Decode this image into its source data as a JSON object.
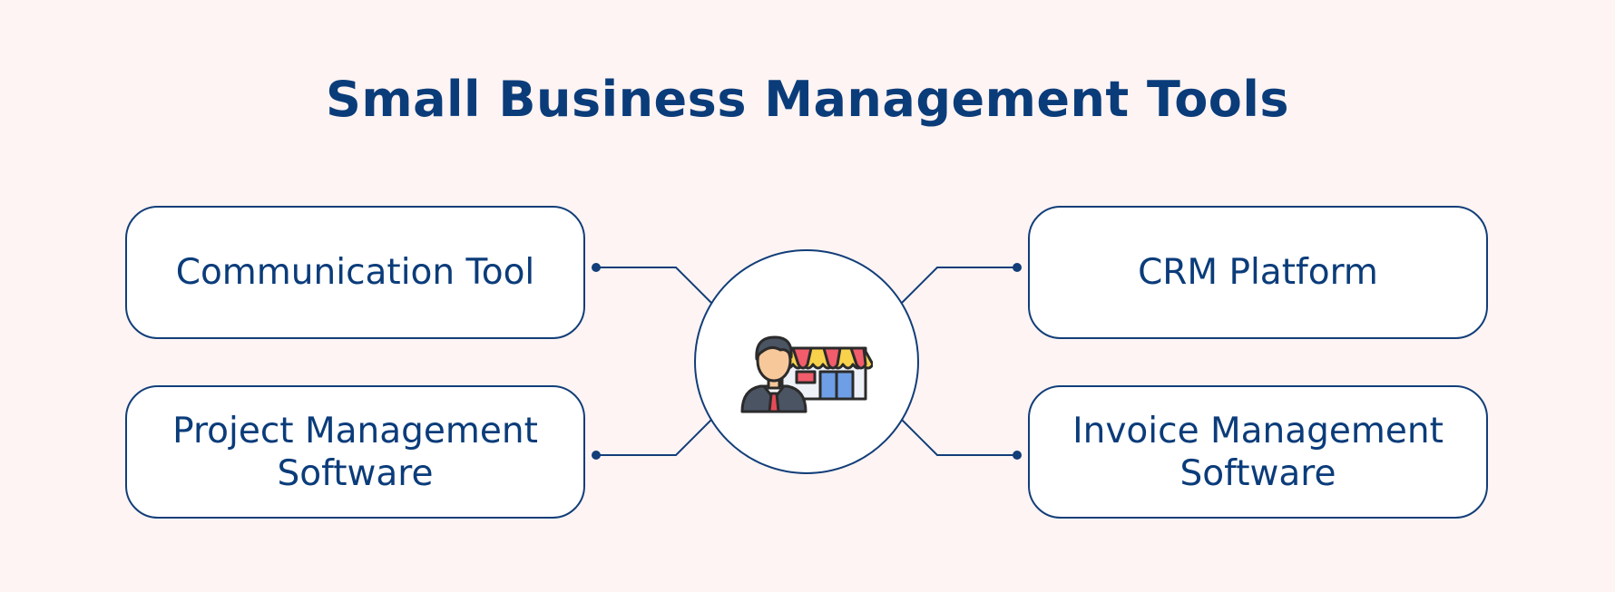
{
  "title": "Small Business Management Tools",
  "hub": {
    "icon": "shop-owner-icon"
  },
  "tools": [
    {
      "label": "Communication Tool",
      "position": "top-left"
    },
    {
      "label": "Project Management Software",
      "position": "bottom-left"
    },
    {
      "label": "CRM Platform",
      "position": "top-right"
    },
    {
      "label": "Invoice Management Software",
      "position": "bottom-right"
    }
  ],
  "colors": {
    "background": "#FDF4F3",
    "primary": "#0B3C7A",
    "border": "#123E79",
    "box_fill": "#FFFFFF"
  }
}
